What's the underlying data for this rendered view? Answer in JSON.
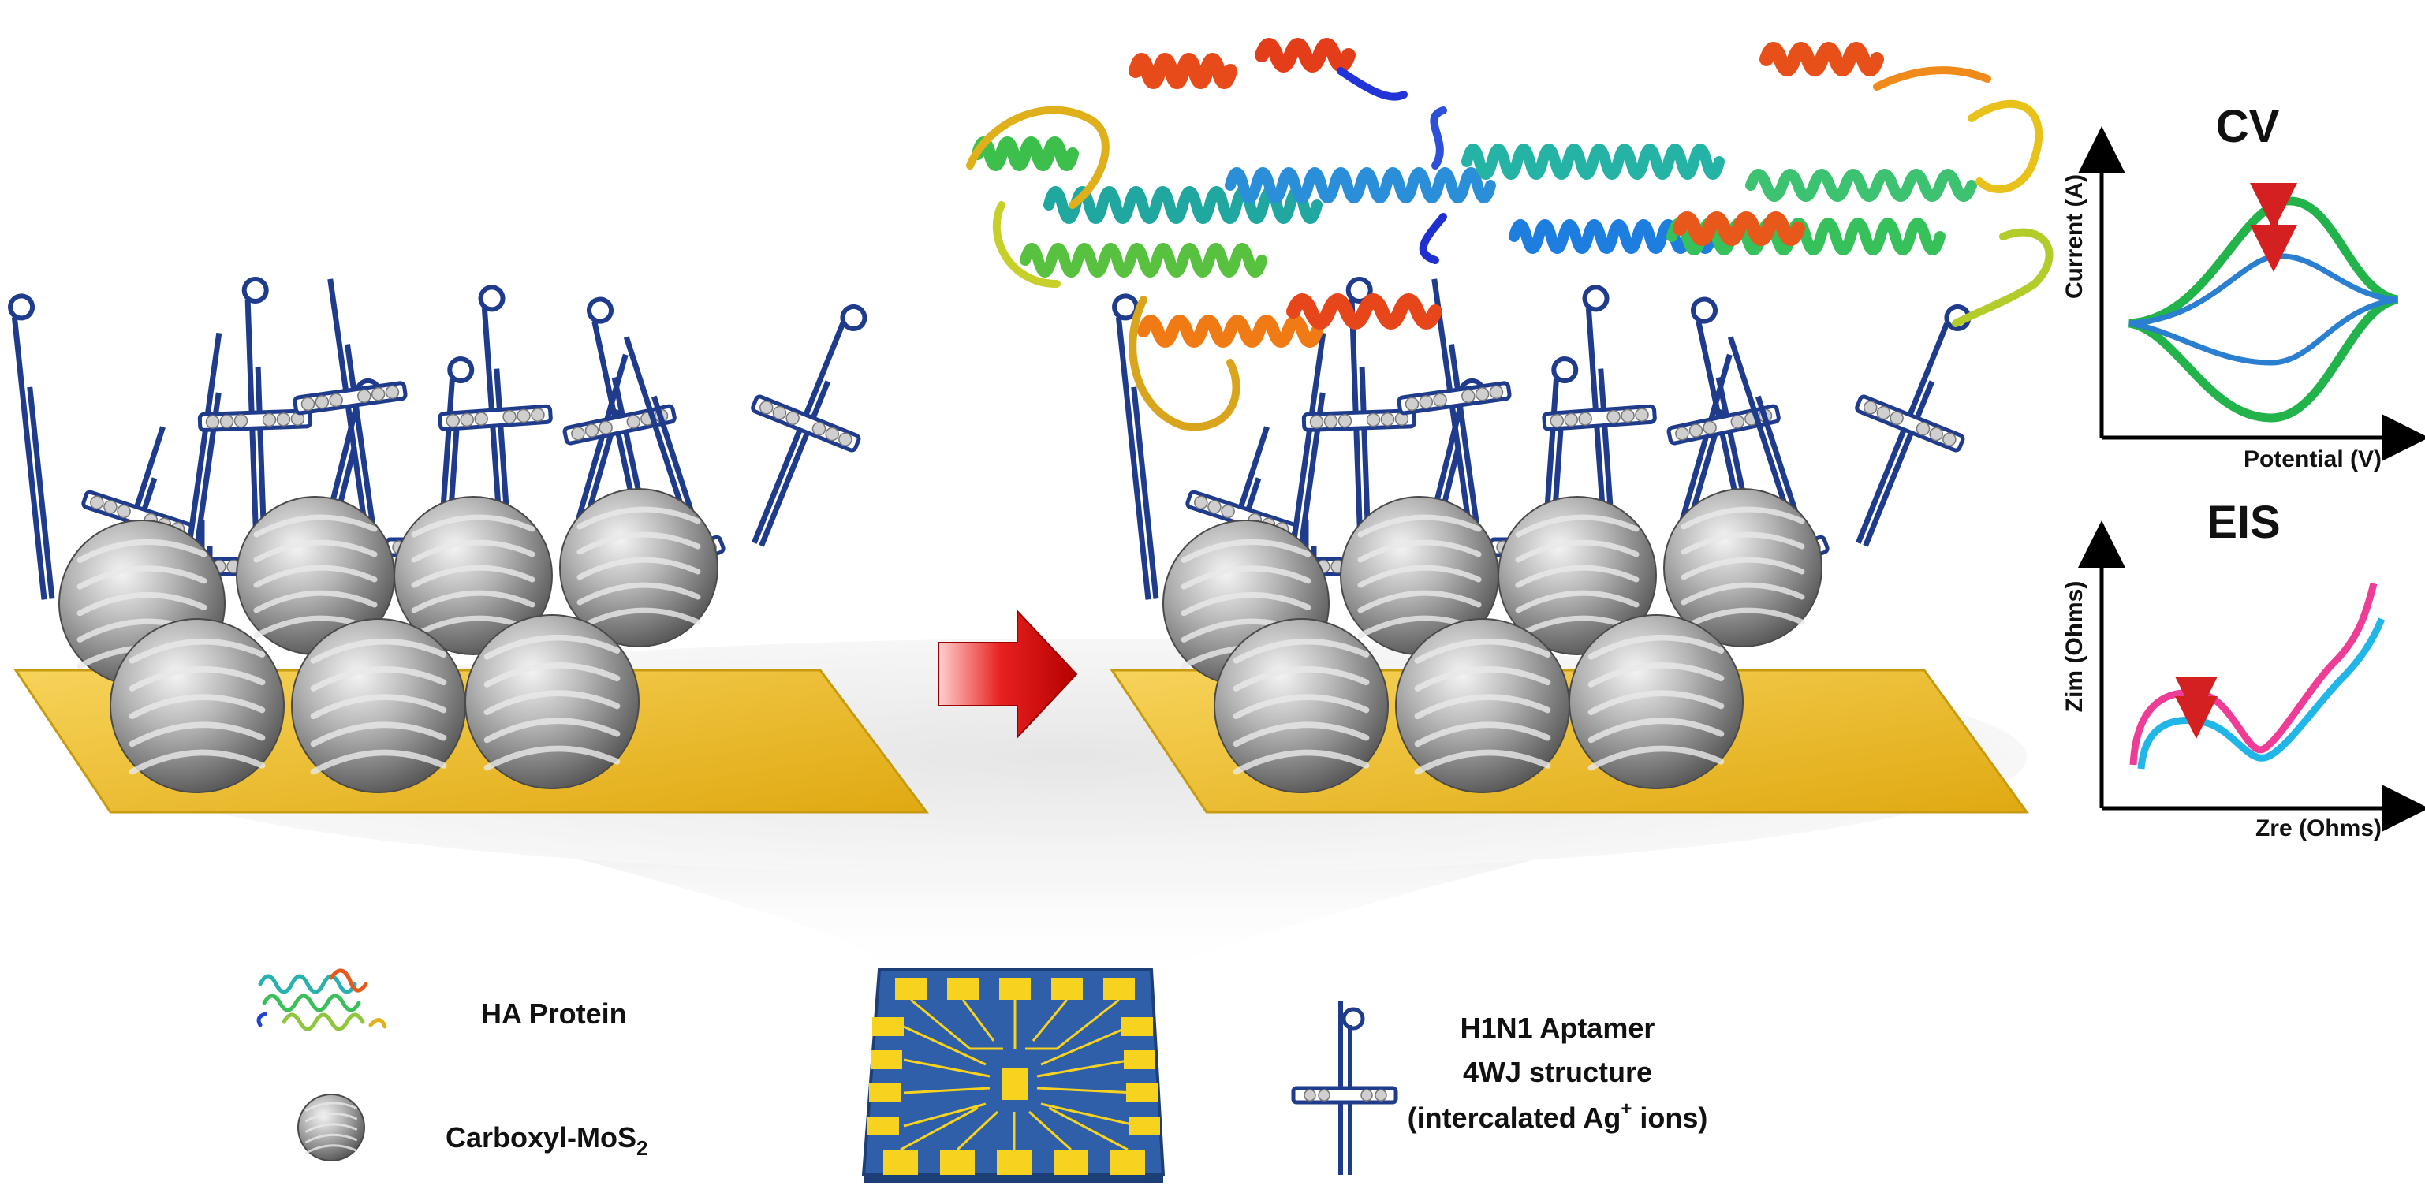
{
  "cv_panel": {
    "title": "CV",
    "y_label": "Current (A)",
    "x_label": "Potential (V)"
  },
  "eis_panel": {
    "title": "EIS",
    "y_label": "Zim (Ohms)",
    "x_label": "Zre (Ohms)"
  },
  "legend": {
    "ha_protein": "HA Protein",
    "carboxyl_mos2_prefix": "Carboxyl-MoS",
    "carboxyl_mos2_sub": "2",
    "aptamer_line1": "H1N1 Aptamer",
    "aptamer_line2": "4WJ structure",
    "aptamer_line3": "(intercalated Ag",
    "aptamer_line3_sup": "+",
    "aptamer_line3_end": " ions)"
  },
  "colors": {
    "gold": "#f2c230",
    "aptamer": "#1f3b8c",
    "sphere": "#8f8f8f",
    "arrow": "#e01818",
    "cv_outer": "#23b34b",
    "cv_inner": "#2b7fd0",
    "eis_pink": "#ee3d96",
    "eis_cyan": "#21b6e8",
    "chip_blue": "#2f5fa8"
  }
}
